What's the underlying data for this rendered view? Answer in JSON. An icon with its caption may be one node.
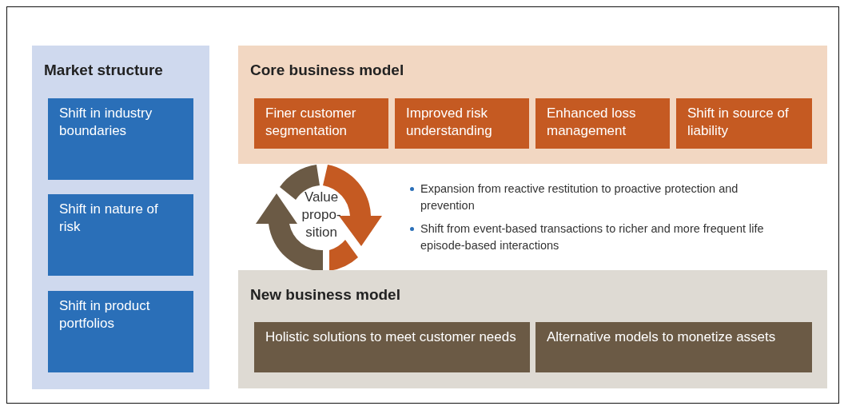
{
  "diagram": {
    "nodes": [
      {
        "text": [
          "Market structure"
        ]
      },
      {
        "text": [
          "Shift in industry boundaries"
        ],
        "in": 0
      },
      {
        "text": [
          "Shift in nature of risk"
        ],
        "in": 0
      },
      {
        "text": [
          "Shift in product portfolios"
        ],
        "in": 0
      },
      {
        "text": [
          "Core business model"
        ]
      },
      {
        "text": [
          "Finer customer segmentation"
        ],
        "in": 4
      },
      {
        "text": [
          "Improved risk understanding"
        ],
        "in": 4
      },
      {
        "text": [
          "Enhanced loss management"
        ],
        "in": 4
      },
      {
        "text": [
          "Shift in source of liability"
        ],
        "in": 4
      },
      {
        "text": [
          "New business model"
        ]
      },
      {
        "text": [
          "Holistic solutions to meet customer needs"
        ],
        "in": 9
      },
      {
        "text": [
          "Alternative models to monetize assets"
        ],
        "in": 9
      }
    ],
    "edges": [],
    "labels": [
      "Value propo- sition",
      "Expansion from reactive restitution to proactive protection and prevention",
      "Shift from event-based transactions to richer and more frequent life episode-based interactions"
    ]
  }
}
